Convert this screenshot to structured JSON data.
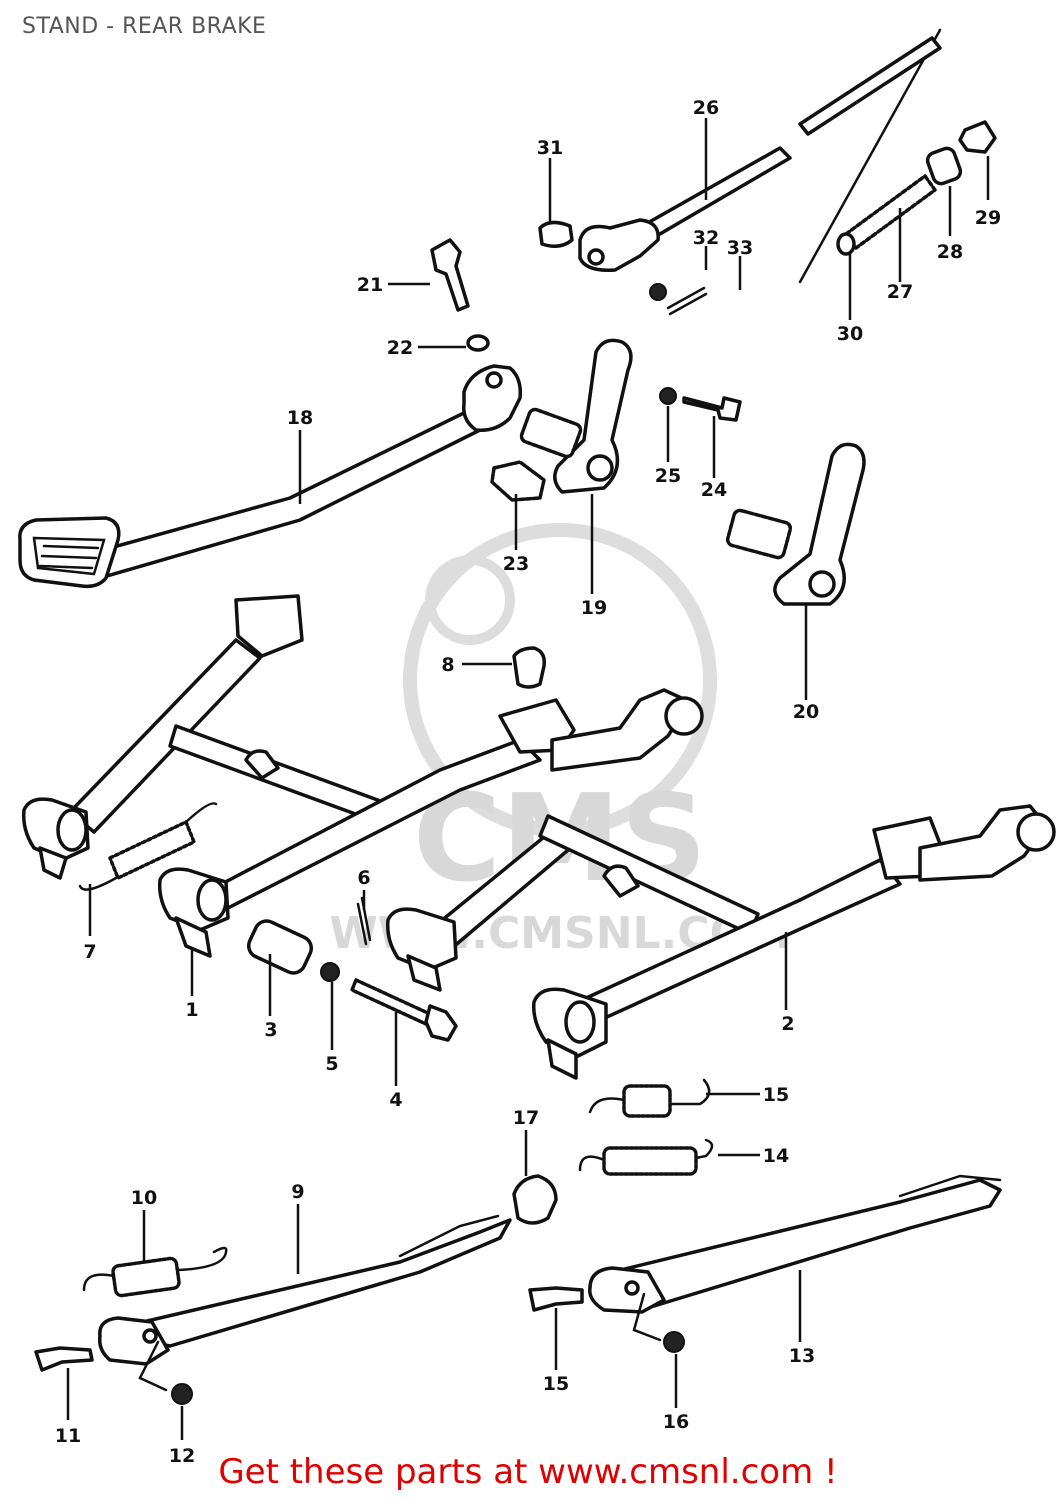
{
  "title": "STAND - REAR BRAKE",
  "footer": "Get these parts at www.cmsnl.com !",
  "watermark": {
    "logo_text": "CMS",
    "url_text": "WWW.CMSNL.COM"
  },
  "callouts": [
    {
      "id": "c1",
      "label": "1"
    },
    {
      "id": "c2",
      "label": "2"
    },
    {
      "id": "c3",
      "label": "3"
    },
    {
      "id": "c4",
      "label": "4"
    },
    {
      "id": "c5",
      "label": "5"
    },
    {
      "id": "c6",
      "label": "6"
    },
    {
      "id": "c7",
      "label": "7"
    },
    {
      "id": "c8",
      "label": "8"
    },
    {
      "id": "c9",
      "label": "9"
    },
    {
      "id": "c10",
      "label": "10"
    },
    {
      "id": "c11",
      "label": "11"
    },
    {
      "id": "c12",
      "label": "12"
    },
    {
      "id": "c13",
      "label": "13"
    },
    {
      "id": "c14",
      "label": "14"
    },
    {
      "id": "c15a",
      "label": "15"
    },
    {
      "id": "c15b",
      "label": "15"
    },
    {
      "id": "c16",
      "label": "16"
    },
    {
      "id": "c17",
      "label": "17"
    },
    {
      "id": "c18",
      "label": "18"
    },
    {
      "id": "c19",
      "label": "19"
    },
    {
      "id": "c20",
      "label": "20"
    },
    {
      "id": "c21",
      "label": "21"
    },
    {
      "id": "c22",
      "label": "22"
    },
    {
      "id": "c23",
      "label": "23"
    },
    {
      "id": "c24",
      "label": "24"
    },
    {
      "id": "c25",
      "label": "25"
    },
    {
      "id": "c26",
      "label": "26"
    },
    {
      "id": "c27",
      "label": "27"
    },
    {
      "id": "c28",
      "label": "28"
    },
    {
      "id": "c29",
      "label": "29"
    },
    {
      "id": "c30",
      "label": "30"
    },
    {
      "id": "c31",
      "label": "31"
    },
    {
      "id": "c32",
      "label": "32"
    },
    {
      "id": "c33",
      "label": "33"
    }
  ]
}
